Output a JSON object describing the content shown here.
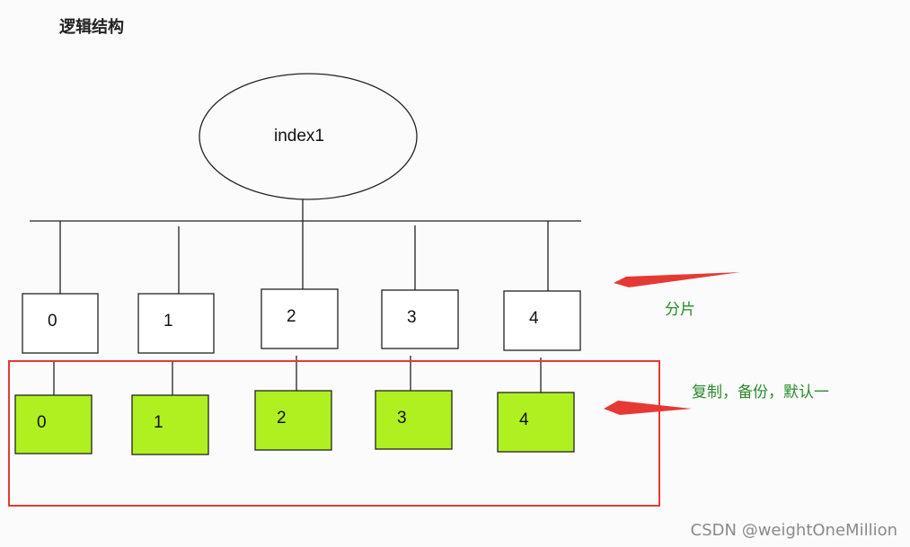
{
  "title": "逻辑结构",
  "index_label": "index1",
  "shards": [
    "0",
    "1",
    "2",
    "3",
    "4"
  ],
  "replicas": [
    "0",
    "1",
    "2",
    "3",
    "4"
  ],
  "notes": {
    "shard_note": "分片",
    "replica_note": "复制，备份，默认一"
  },
  "watermark": "CSDN @weightOneMillion",
  "colors": {
    "replica_fill": "#b0f020",
    "highlight_border": "#e53935",
    "arrow": "#e53935",
    "note_text": "#2a8a2a"
  }
}
